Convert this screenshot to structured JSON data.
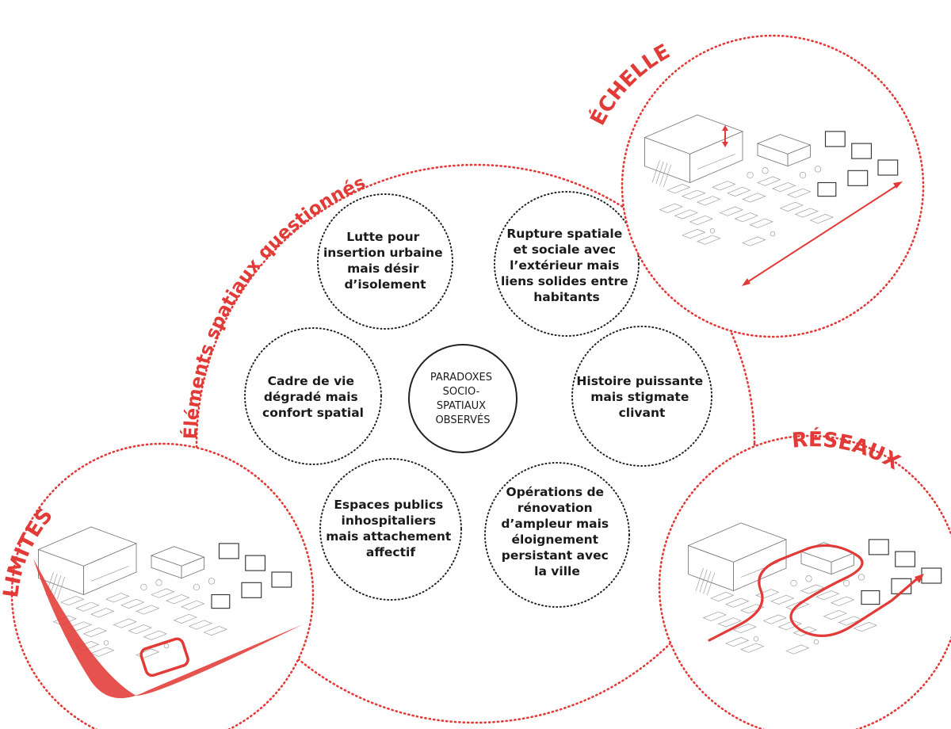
{
  "main_title": "Éléments spatiaux questionnés",
  "center": {
    "lines": [
      "PARADOXES",
      "SOCIO-",
      "SPATIAUX",
      "OBSERVÉS"
    ]
  },
  "paradoxes": [
    {
      "lines": [
        "Lutte pour",
        "insertion urbaine",
        "mais désir",
        "d’isolement"
      ]
    },
    {
      "lines": [
        "Rupture spatiale",
        "et sociale avec",
        "l’extérieur mais",
        "liens solides entre",
        "habitants"
      ]
    },
    {
      "lines": [
        "Histoire puissante",
        "mais stigmate",
        "clivant"
      ]
    },
    {
      "lines": [
        "Opérations de",
        "rénovation",
        "d’ampleur mais",
        "éloignement",
        "persistant avec",
        "la ville"
      ]
    },
    {
      "lines": [
        "Espaces publics",
        "inhospitaliers",
        "mais attachement",
        "affectif"
      ]
    },
    {
      "lines": [
        "Cadre de vie",
        "dégradé mais",
        "confort spatial"
      ]
    }
  ],
  "themes": {
    "echelle": "ÉCHELLE",
    "reseaux": "RÉSEAUX",
    "limites": "LIMITES"
  },
  "colors": {
    "accent": "#e23a36",
    "ink": "#1a1a1a"
  }
}
